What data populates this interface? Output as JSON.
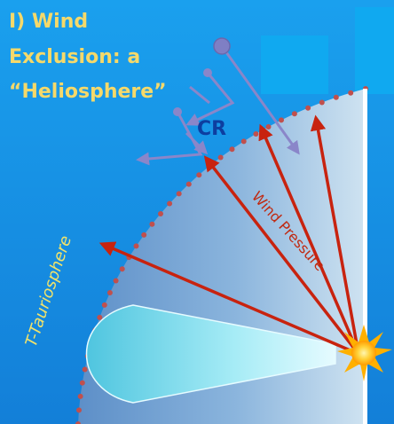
{
  "title": {
    "line1": "I) Wind",
    "line2": "Exclusion: a",
    "line3": "“Heliosphere”"
  },
  "labels": {
    "cr": "CR",
    "wind_pressure": "Wind Pressure",
    "tauriosphere": "T-Tauriosphere"
  },
  "colors": {
    "background": "#1a8fe3",
    "title_text": "#f5d96a",
    "cr_text": "#0d3ea0",
    "wind_arrows": "#c8230f",
    "cosmic_ray_arrows": "#7f7fc4",
    "boundary_dots": "#c0504d",
    "disk_fill": "#8fe6f0",
    "star": "#ffb000"
  }
}
